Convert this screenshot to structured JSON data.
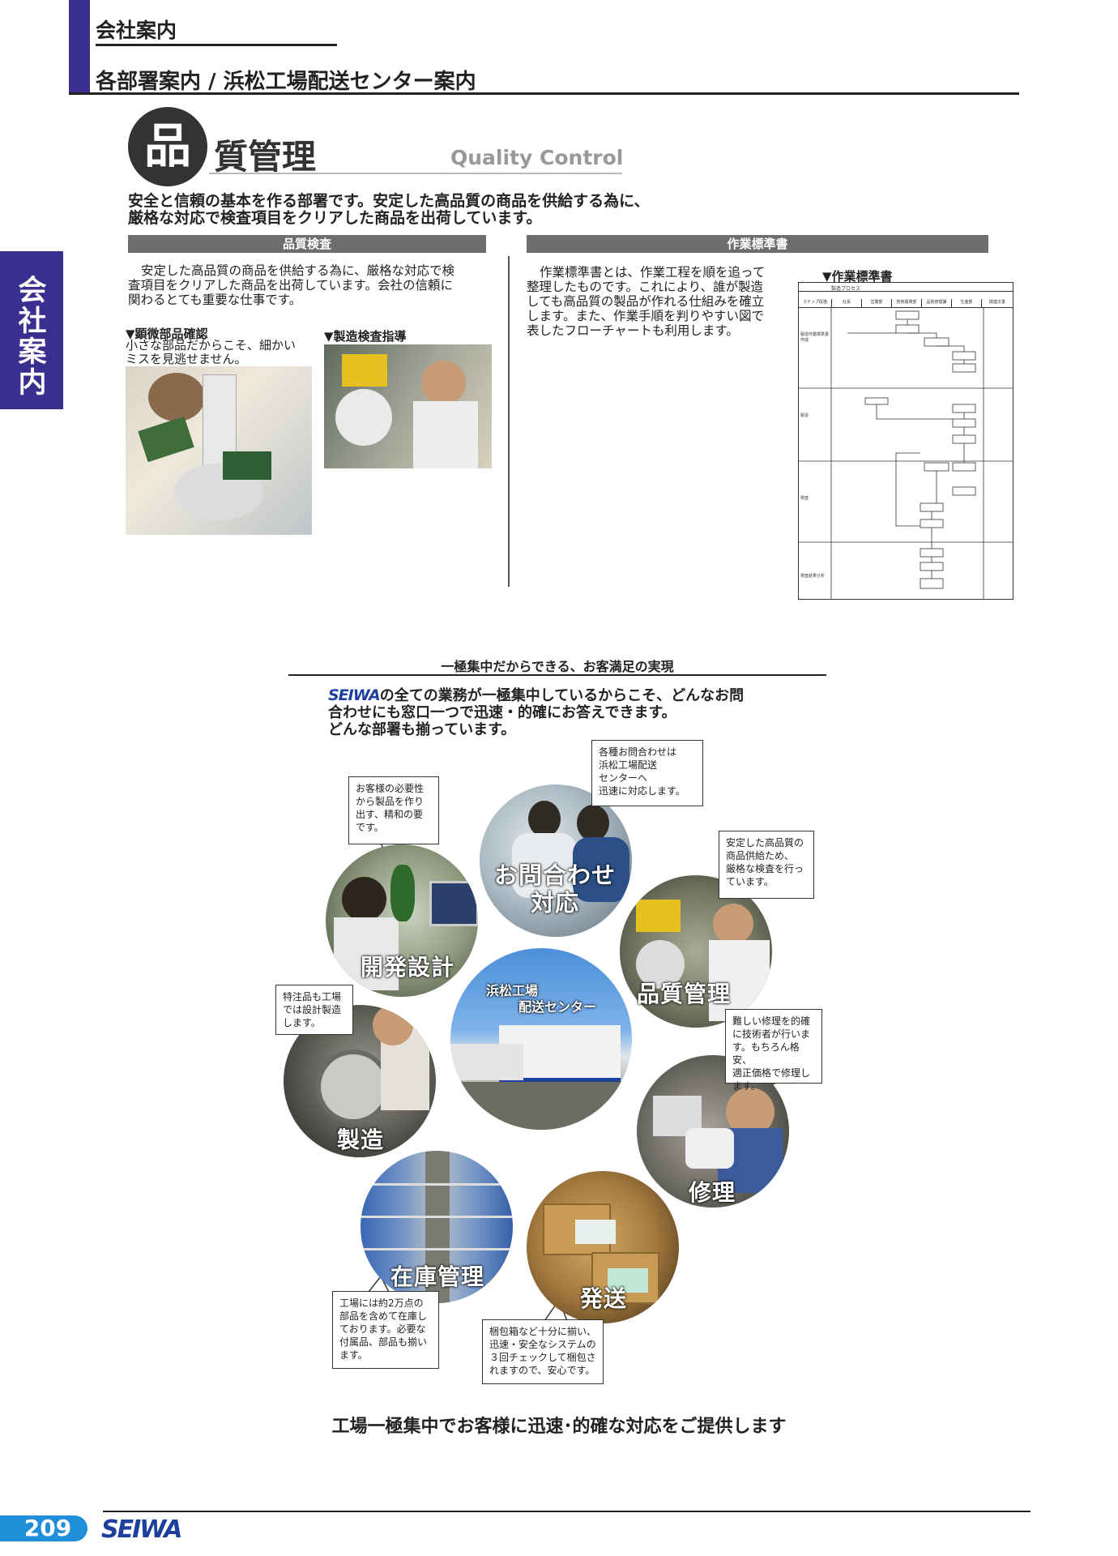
{
  "header": {
    "section_label": "会社案内",
    "page_title": "各部署案内 / 浜松工場配送センター案内"
  },
  "side_tab": {
    "label": "会社案内"
  },
  "quality": {
    "title_glyph": "品",
    "title_rest": "質管理",
    "title_en": "Quality Control",
    "intro": [
      "安全と信頼の基本を作る部署です。安定した高品質の商品を供給する為に、",
      "厳格な対応で検査項目をクリアした商品を出荷しています。"
    ],
    "left": {
      "bar": "品質検査",
      "text": [
        "安定した高品質の商品を供給する為に、厳格な対応で検",
        "査項目をクリアした商品を出荷しています。会社の信頼に",
        "関わるとても重要な仕事です。"
      ],
      "photo1_caption": "▼顕微部品確認",
      "photo1_desc": [
        "小さな部品だからこそ、細かい",
        "ミスを見逃せません。"
      ],
      "photo2_caption": "▼製造検査指導"
    },
    "right": {
      "bar": "作業標準書",
      "text": [
        "作業標準書とは、作業工程を順を追って",
        "整理したものです。これにより、誰が製造",
        "しても高品質の製品が作れる仕組みを確立",
        "します。また、作業手順を判りやすい図で",
        "表したフローチャートも利用します。"
      ],
      "chart_caption": "▼作業標準書",
      "chart_header": "製造プロセス",
      "chart_cols": [
        "ステップ段階",
        "社長",
        "営業部",
        "技術開発部",
        "品質管理課",
        "生産部",
        "関連文書"
      ],
      "chart_rows": [
        "製造作業標準書 作成",
        "製造",
        "検査",
        "検査結果分析"
      ]
    }
  },
  "oneplace": {
    "heading": "一極集中だからできる、お客満足の実現",
    "brand": "SEIWA",
    "text": [
      "の全ての業務が一極集中しているからこそ、どんなお問",
      "合わせにも窓口一つで迅速・的確にお答えできます。",
      "どんな部署も揃っています。"
    ],
    "center": [
      "浜松工場",
      "配送センター"
    ],
    "circles": {
      "inquiry": "お問合わせ 対応",
      "inquiry_l1": "お問合わせ",
      "inquiry_l2": "対応",
      "dev": "開発設計",
      "quality": "品質管理",
      "manufacturing": "製造",
      "repair": "修理",
      "inventory": "在庫管理",
      "shipping": "発送"
    },
    "callouts": {
      "inquiry": [
        "各種お問合わせは",
        "浜松工場配送",
        "センターへ",
        "迅速に対応します。"
      ],
      "dev": [
        "お客様の必要性",
        "から製品を作り",
        "出す、精和の要",
        "です。"
      ],
      "quality": [
        "安定した高品質の",
        "商品供給ため、",
        "厳格な検査を行っ",
        "ています。"
      ],
      "manufacturing": [
        "特注品も工場",
        "では設計製造",
        "します。"
      ],
      "repair": [
        "難しい修理を的確",
        "に技術者が行いま",
        "す。もちろん格安、",
        "適正価格で修理し",
        "ます。"
      ],
      "inventory": [
        "工場には約2万点の",
        "部品を含めて在庫し",
        "ております。必要な",
        "付属品、部品も揃い",
        "ます。"
      ],
      "shipping": [
        "梱包箱など十分に揃い、",
        "迅速・安全なシステムの",
        "３回チェックして梱包さ",
        "れますので、安心です。"
      ]
    },
    "tagline": "工場一極集中でお客様に迅速･的確な対応をご提供します"
  },
  "footer": {
    "page_number": "209",
    "brand": "SEIWA"
  },
  "colors": {
    "accent": "#3a2f8f",
    "bar_gray": "#6e6e6e",
    "page_badge": "#1e8fd8",
    "brand_blue": "#1d3f9e"
  }
}
